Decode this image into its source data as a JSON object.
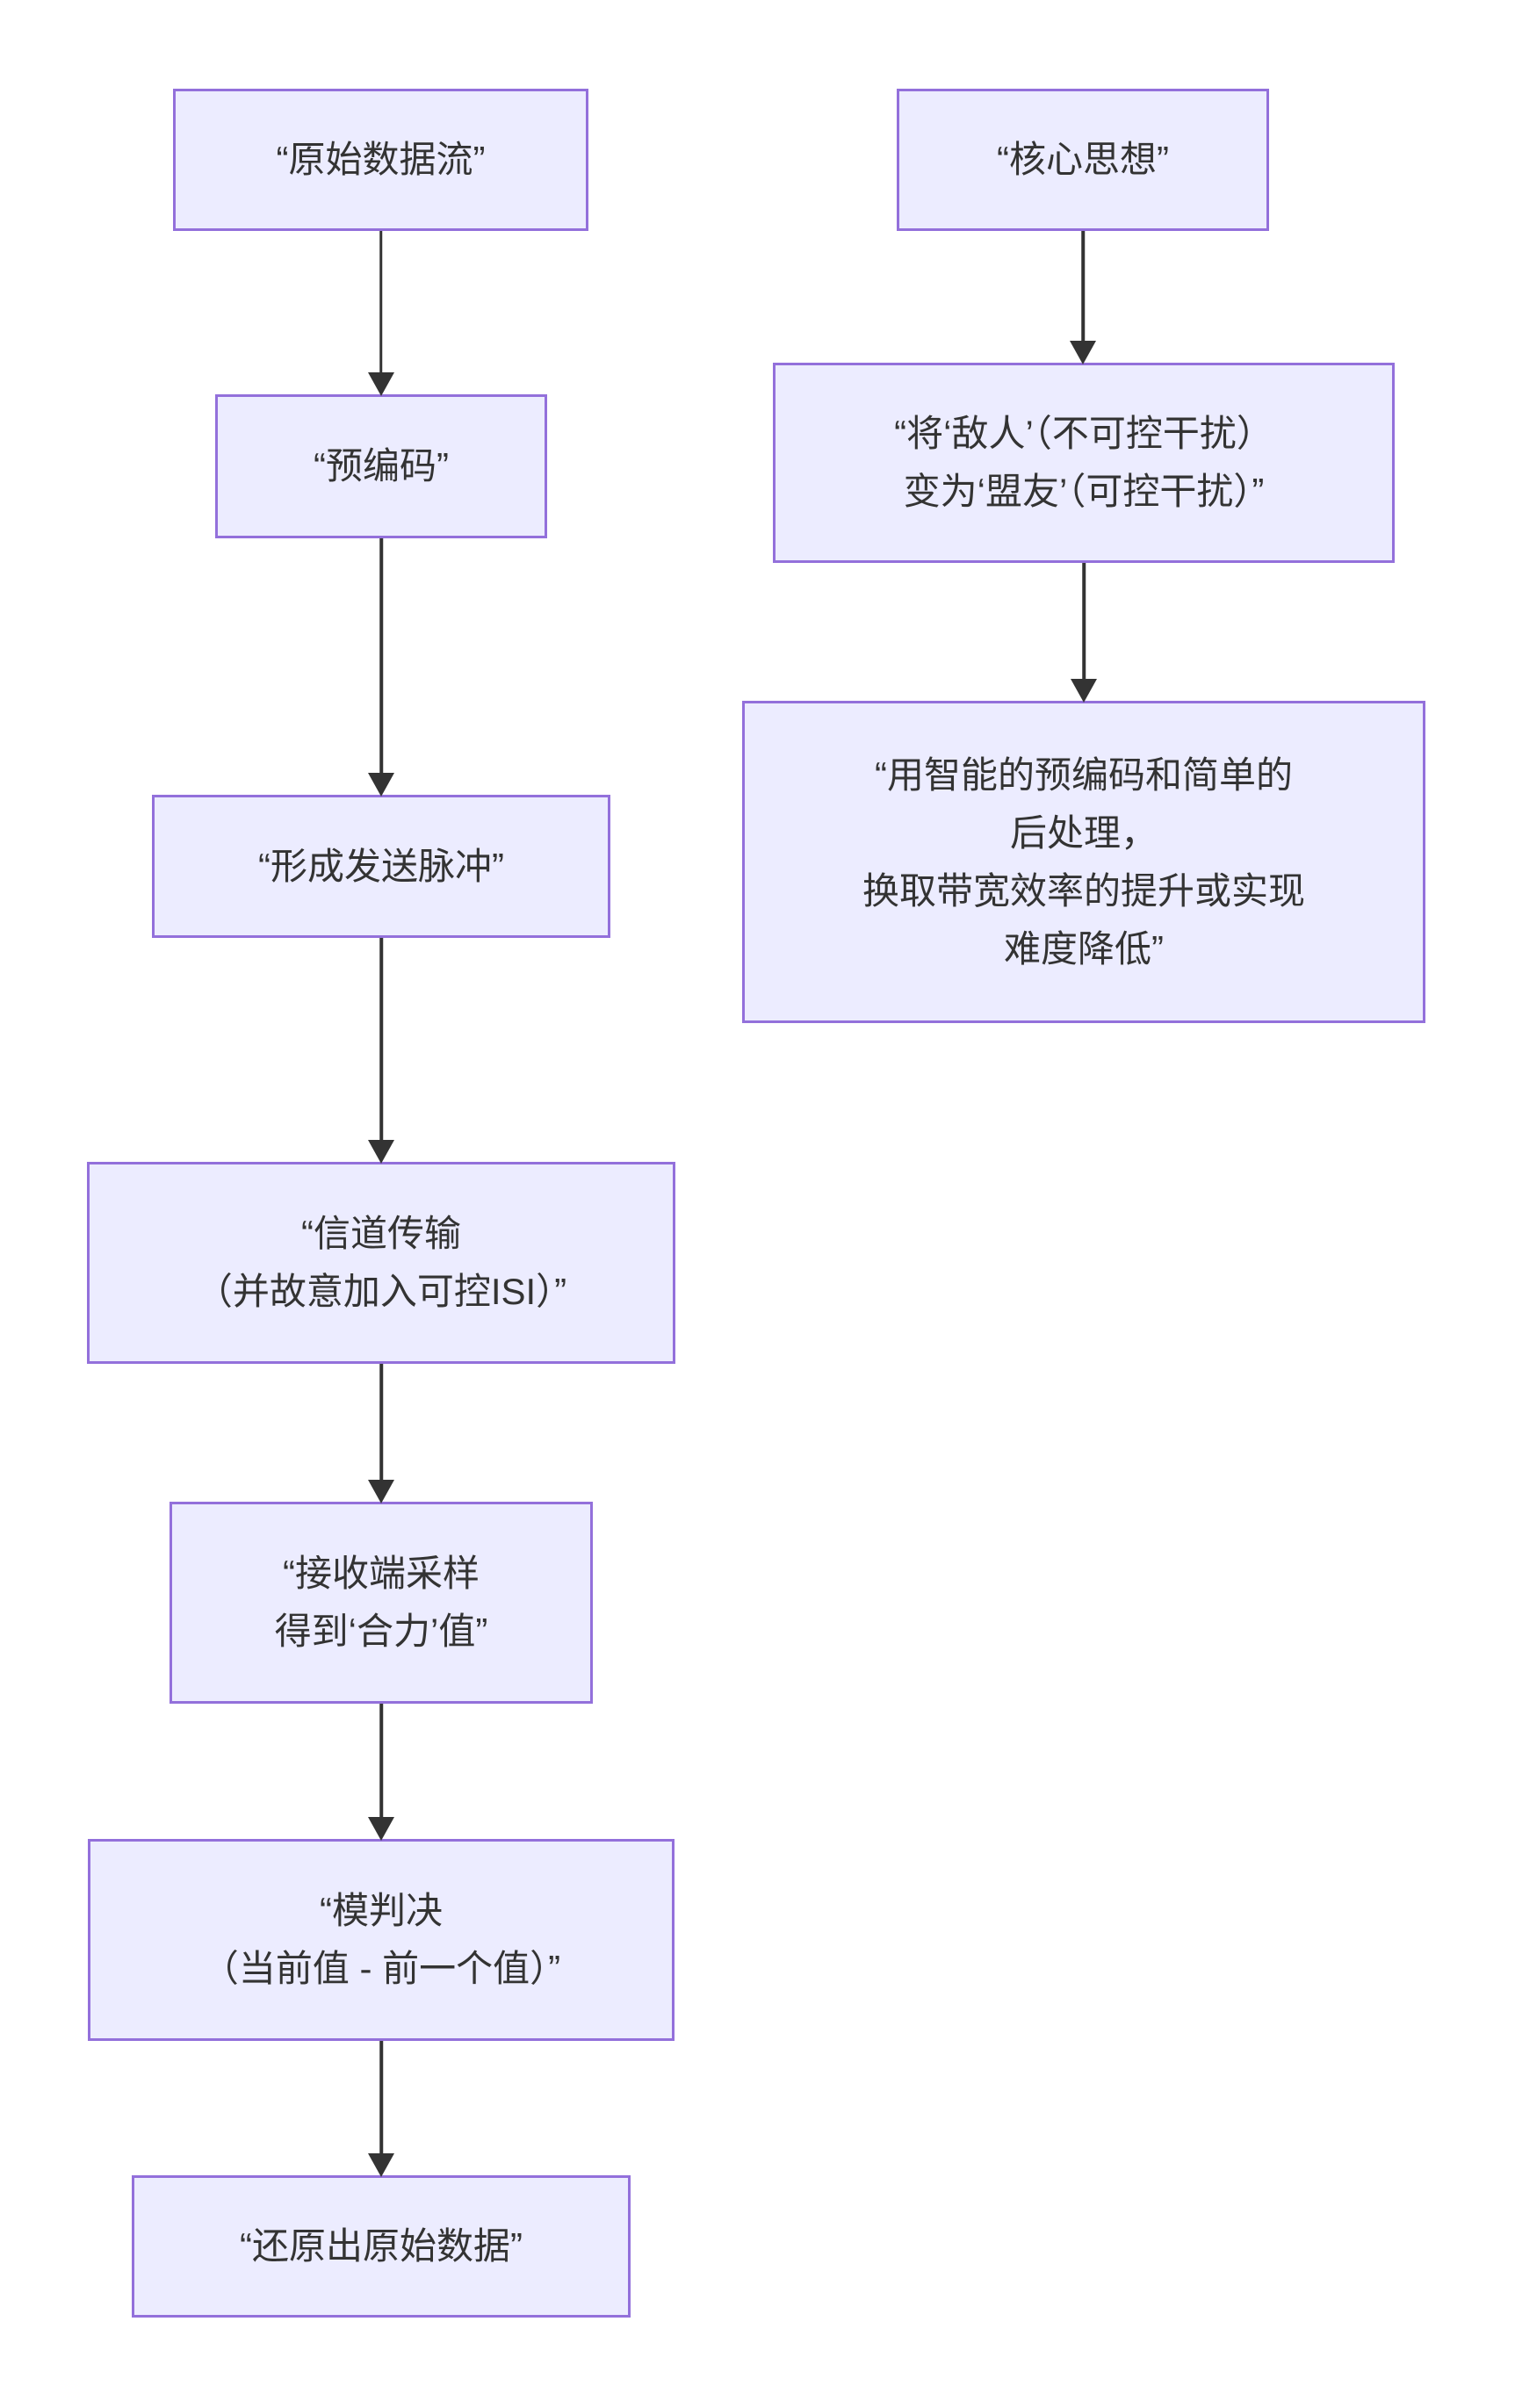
{
  "diagram": {
    "type": "flowchart-top-down",
    "background": "#ffffff",
    "colors": {
      "node_fill": "#ECECFF",
      "node_border": "#9370DB",
      "text": "#333333",
      "arrow": "#333333"
    },
    "nodes": [
      {
        "id": "raw-data",
        "column": "left",
        "lines": [
          "“原始数据流”"
        ]
      },
      {
        "id": "precoding",
        "column": "left",
        "lines": [
          "“预编码”"
        ]
      },
      {
        "id": "pulse",
        "column": "left",
        "lines": [
          "“形成发送脉冲”"
        ]
      },
      {
        "id": "channel",
        "column": "left",
        "lines": [
          "“信道传输",
          "（并故意加入可控ISI）”"
        ]
      },
      {
        "id": "sampling",
        "column": "left",
        "lines": [
          "“接收端采样",
          "得到‘合力’值”"
        ]
      },
      {
        "id": "modulo",
        "column": "left",
        "lines": [
          "“模判决",
          "（当前值 - 前一个值）”"
        ]
      },
      {
        "id": "restore",
        "column": "left",
        "lines": [
          "“还原出原始数据”"
        ]
      },
      {
        "id": "core-idea",
        "column": "right",
        "lines": [
          "“核心思想”"
        ]
      },
      {
        "id": "enemy-ally",
        "column": "right",
        "lines": [
          "“将‘敌人’（不可控干扰）",
          "变为‘盟友’（可控干扰）”"
        ]
      },
      {
        "id": "tradeoff",
        "column": "right",
        "lines": [
          "“用智能的预编码和简单的",
          "后处理，",
          "换取带宽效率的提升或实现",
          "难度降低”"
        ]
      }
    ],
    "edges": [
      {
        "from": "raw-data",
        "to": "precoding"
      },
      {
        "from": "precoding",
        "to": "pulse"
      },
      {
        "from": "pulse",
        "to": "channel"
      },
      {
        "from": "channel",
        "to": "sampling"
      },
      {
        "from": "sampling",
        "to": "modulo"
      },
      {
        "from": "modulo",
        "to": "restore"
      },
      {
        "from": "core-idea",
        "to": "enemy-ally"
      },
      {
        "from": "enemy-ally",
        "to": "tradeoff"
      }
    ]
  }
}
